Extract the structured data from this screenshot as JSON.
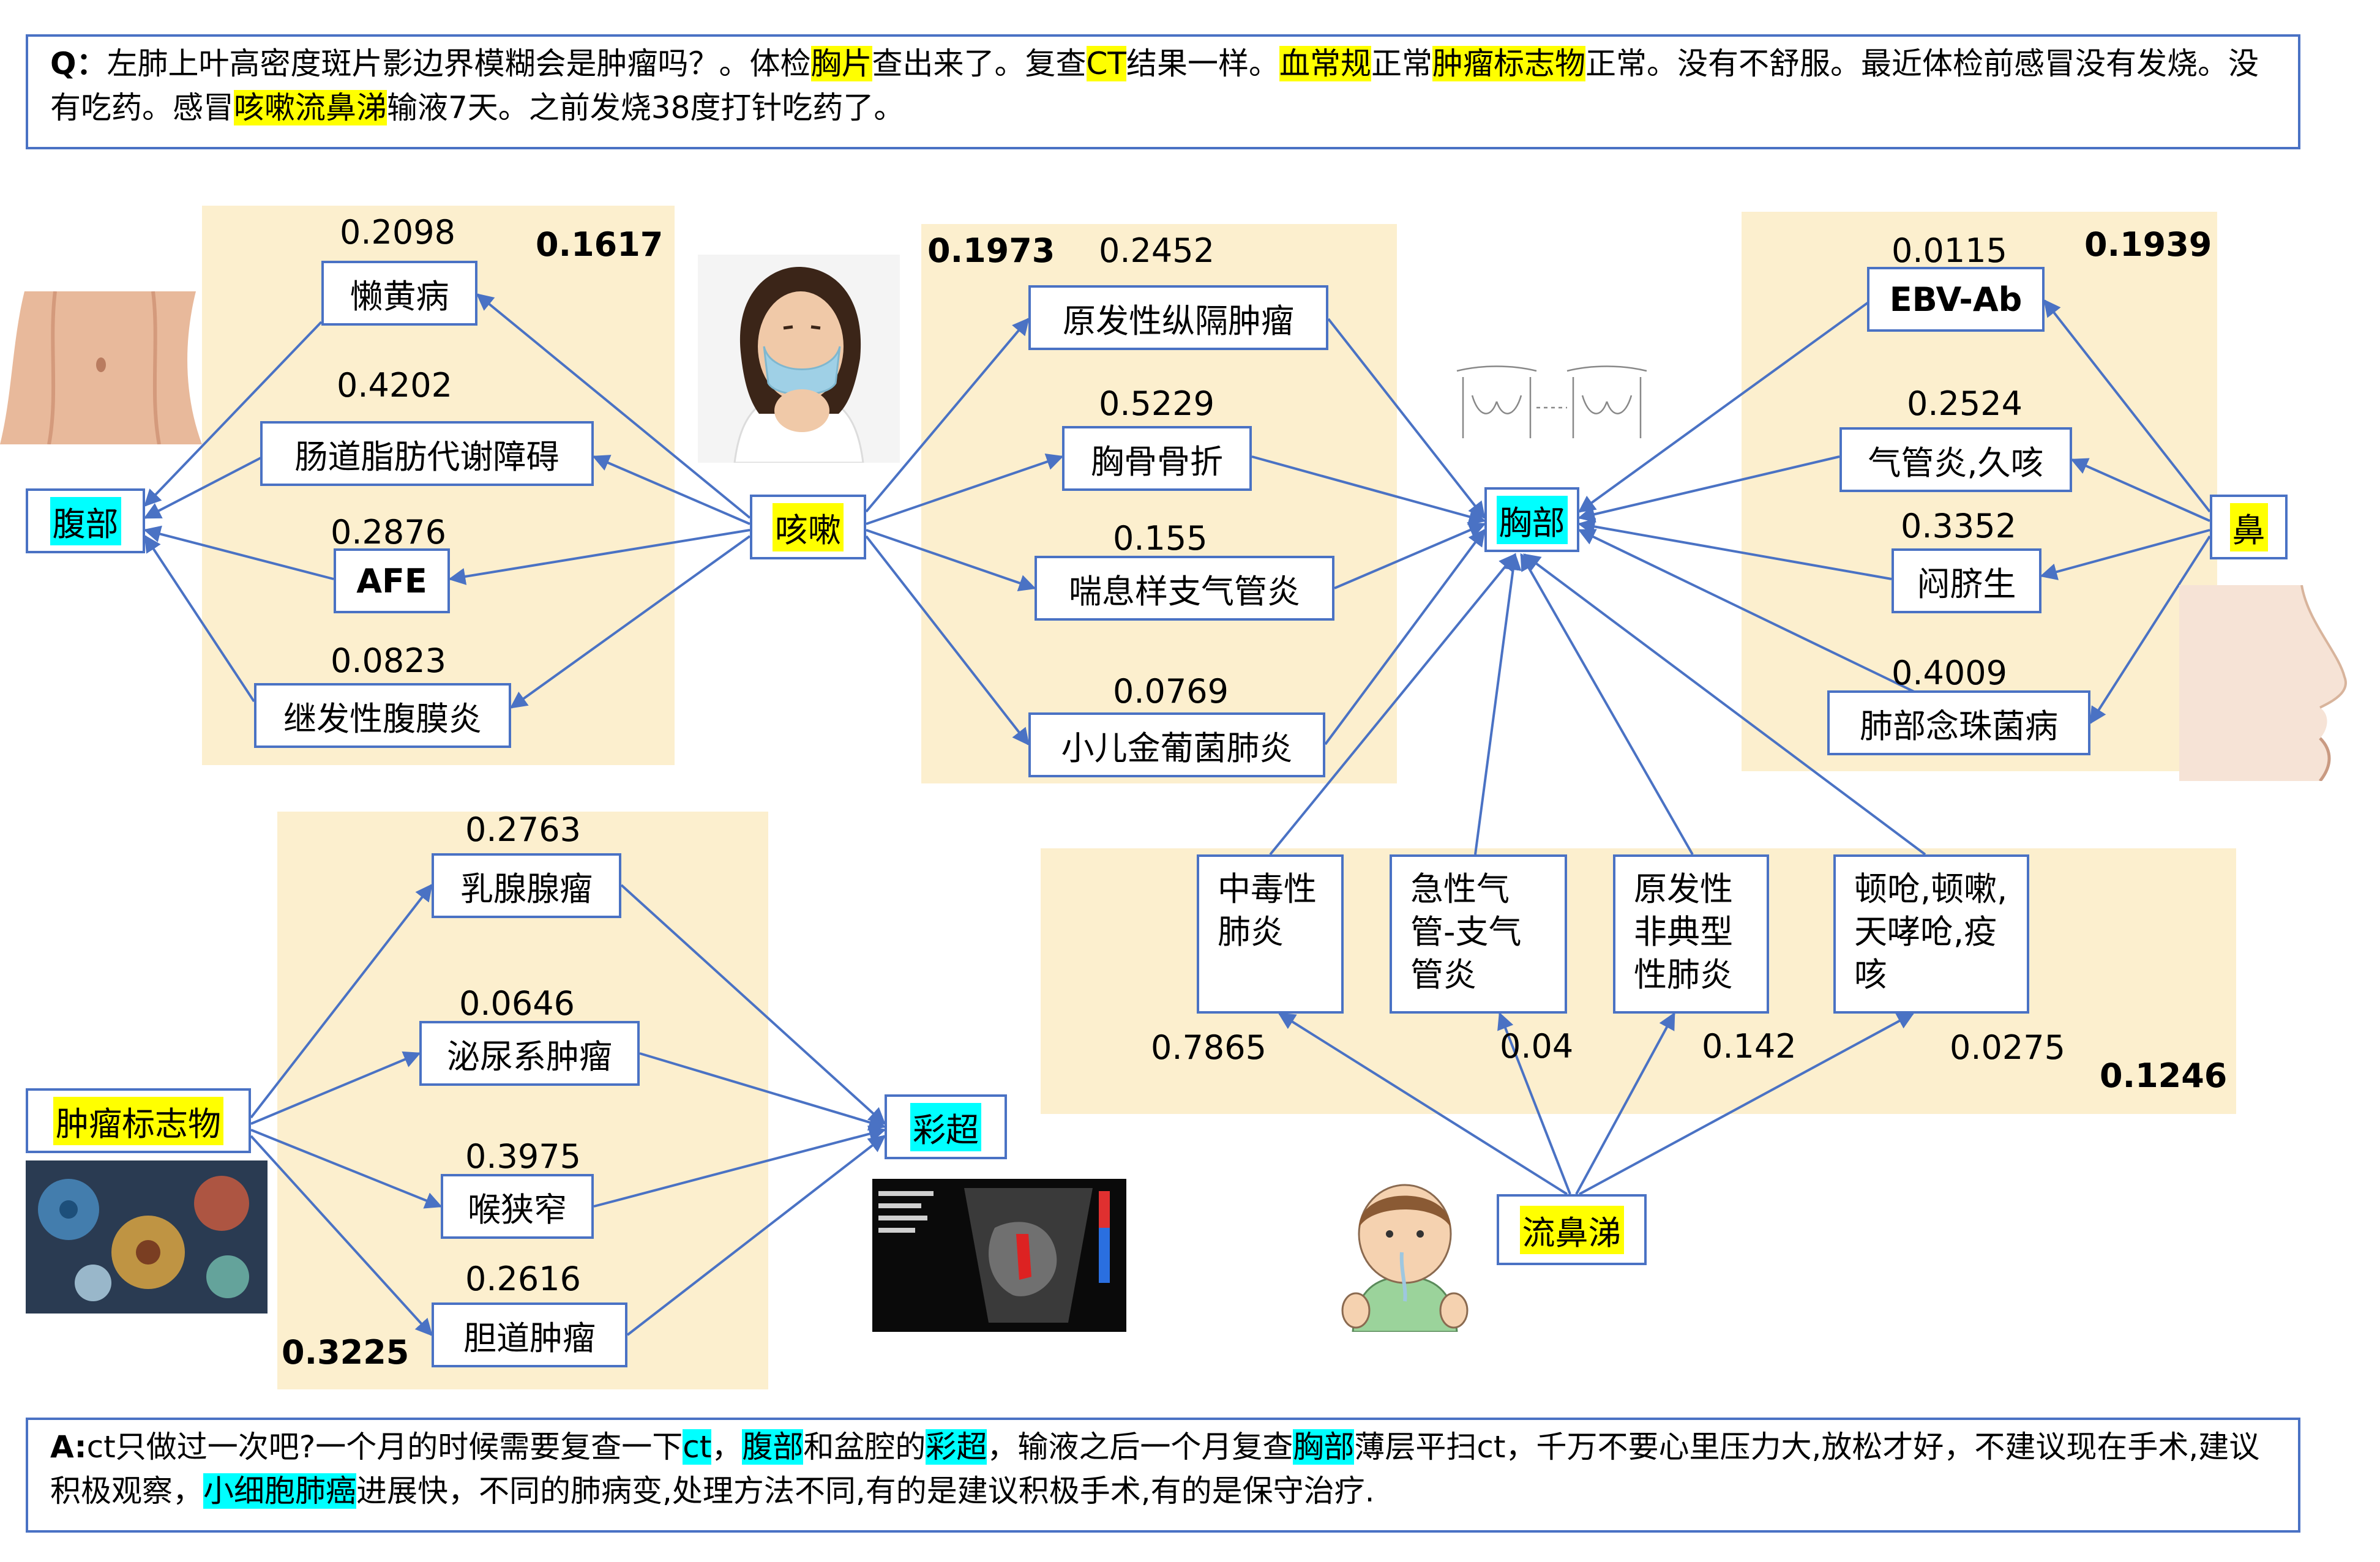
{
  "question": {
    "prefix": "Q：",
    "segments": [
      {
        "t": "左肺上叶高密度斑片影边界模糊会是肿瘤吗？。体检",
        "h": ""
      },
      {
        "t": "胸片",
        "h": "y"
      },
      {
        "t": "查出来了。复查",
        "h": ""
      },
      {
        "t": "CT",
        "h": "y"
      },
      {
        "t": "结果一样。",
        "h": ""
      },
      {
        "t": "血常规",
        "h": "y"
      },
      {
        "t": "正常",
        "h": ""
      },
      {
        "t": "肿瘤标志物",
        "h": "y"
      },
      {
        "t": "正常。没有不舒服。最近体检前感冒没有发烧。没有吃药。感冒",
        "h": ""
      },
      {
        "t": "咳嗽流鼻涕",
        "h": "y"
      },
      {
        "t": "输液7天。之前发烧38度打针吃药了。",
        "h": ""
      }
    ]
  },
  "answer": {
    "prefix": "A:",
    "segments": [
      {
        "t": "ct只做过一次吧?一个月的时候需要复查一下",
        "h": ""
      },
      {
        "t": "ct",
        "h": "c"
      },
      {
        "t": "，",
        "h": ""
      },
      {
        "t": "腹部",
        "h": "c"
      },
      {
        "t": "和盆腔的",
        "h": ""
      },
      {
        "t": "彩超",
        "h": "c"
      },
      {
        "t": "，输液之后一个月复查",
        "h": ""
      },
      {
        "t": "胸部",
        "h": "c"
      },
      {
        "t": "薄层平扫ct，千万不要心里压力大,放松才好，不建议现在手术,建议积极观察，",
        "h": ""
      },
      {
        "t": "小细胞肺癌",
        "h": "c"
      },
      {
        "t": "进展快，不同的肺病变,处理方法不同,有的是建议积极手术,有的是保守治疗.",
        "h": ""
      }
    ]
  },
  "hubs": {
    "abdomen": "腹部",
    "cough": "咳嗽",
    "chest": "胸部",
    "nose": "鼻",
    "tumor_marker": "肿瘤标志物",
    "ultrasound": "彩超",
    "runny_nose": "流鼻涕"
  },
  "groups": {
    "abdomen": {
      "weight": "0.1617",
      "items": [
        {
          "label": "懒黄病",
          "score": "0.2098"
        },
        {
          "label": "肠道脂肪代谢障碍",
          "score": "0.4202"
        },
        {
          "label": "AFE",
          "score": "0.2876"
        },
        {
          "label": "继发性腹膜炎",
          "score": "0.0823"
        }
      ]
    },
    "cough": {
      "weight": "0.1973",
      "items": [
        {
          "label": "原发性纵隔肿瘤",
          "score": "0.2452"
        },
        {
          "label": "胸骨骨折",
          "score": "0.5229"
        },
        {
          "label": "喘息样支气管炎",
          "score": "0.155"
        },
        {
          "label": "小儿金葡菌肺炎",
          "score": "0.0769"
        }
      ]
    },
    "nose": {
      "weight": "0.1939",
      "items": [
        {
          "label": "EBV-Ab",
          "score": "0.0115"
        },
        {
          "label": "气管炎,久咳",
          "score": "0.2524"
        },
        {
          "label": "闷脐生",
          "score": "0.3352"
        },
        {
          "label": "肺部念珠菌病",
          "score": "0.4009"
        }
      ]
    },
    "tumor": {
      "weight": "0.3225",
      "items": [
        {
          "label": "乳腺腺瘤",
          "score": "0.2763"
        },
        {
          "label": "泌尿系肿瘤",
          "score": "0.0646"
        },
        {
          "label": "喉狭窄",
          "score": "0.3975"
        },
        {
          "label": "胆道肿瘤",
          "score": "0.2616"
        }
      ]
    },
    "runny": {
      "weight": "0.1246",
      "items": [
        {
          "label": "中毒性肺炎",
          "score": "0.7865"
        },
        {
          "label": "急性气管-支气管炎",
          "score": "0.04"
        },
        {
          "label": "原发性非典型性肺炎",
          "score": "0.142"
        },
        {
          "label": "顿呛,顿嗽,天哮呛,疫咳",
          "score": "0.0275"
        }
      ]
    }
  },
  "colors": {
    "panel": "#fcefce",
    "line": "#4a72c4",
    "highlight_yellow": "#ffff00",
    "highlight_cyan": "#00ffff"
  }
}
